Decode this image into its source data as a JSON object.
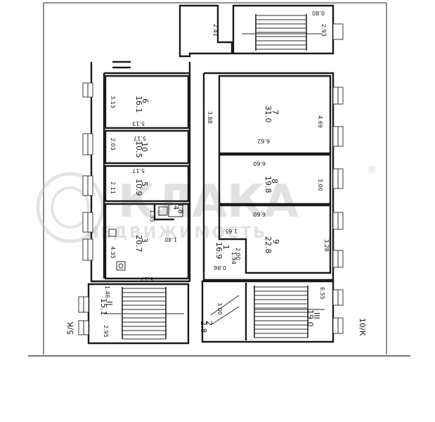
{
  "watermark": {
    "brand": "КЛАКА",
    "registered": "®",
    "sub": "НЕДВИЖИМОСТЬ"
  },
  "axes": {
    "left": "5/К",
    "right": "10/К"
  },
  "rooms": [
    {
      "id": "r6",
      "num": "6",
      "area": "16.1",
      "dims": [
        "3.13",
        "5.13"
      ]
    },
    {
      "id": "r10",
      "num": "10",
      "area": "10.5",
      "dims": [
        "2.03",
        "5.17"
      ]
    },
    {
      "id": "r5",
      "num": "5",
      "area": "10.9",
      "dims": [
        "2.11",
        "5.17"
      ]
    },
    {
      "id": "r4",
      "num": "4",
      "area": "1.8",
      "dims": [
        "1.35"
      ]
    },
    {
      "id": "r3",
      "num": "3",
      "area": "20.7",
      "dims": [
        "4.35",
        "5.17",
        "1.40"
      ]
    },
    {
      "id": "r7",
      "num": "7",
      "area": "31.0",
      "dims": [
        "6.62",
        "4.69"
      ]
    },
    {
      "id": "r8",
      "num": "8",
      "area": "19.8",
      "dims": [
        "6.60",
        "3.00"
      ]
    },
    {
      "id": "r9",
      "num": "9",
      "area": "22.8",
      "dims": [
        "6.60",
        "3.28"
      ]
    },
    {
      "id": "r1",
      "num": "1",
      "area": "16.9",
      "dims": [
        "1.65",
        "0.86",
        "1.94"
      ]
    },
    {
      "id": "r2",
      "num": "2",
      "area": "2.8",
      "dims": [
        "3.00"
      ]
    },
    {
      "id": "rII",
      "num": "II",
      "area": "15.1",
      "dims": [
        "1.46",
        "2.95"
      ]
    },
    {
      "id": "rIII",
      "num": "III",
      "area": "19.0",
      "dims": [
        "6.55"
      ]
    },
    {
      "id": "rtop",
      "num": "",
      "area": "",
      "dims": [
        "2.41",
        "2.93",
        "0.80"
      ]
    },
    {
      "id": "rc",
      "num": "",
      "area": "",
      "dims": [
        "3.88",
        "2.00"
      ]
    }
  ]
}
